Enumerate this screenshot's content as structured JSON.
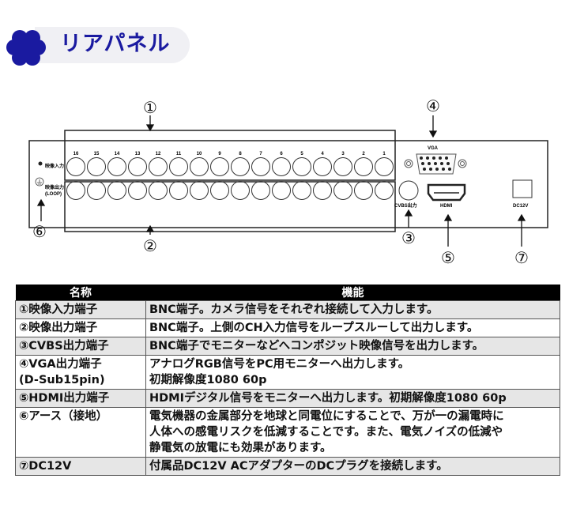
{
  "header": {
    "title": "リアパネル",
    "icon": "clover-icon",
    "accent": "#1a1aa0"
  },
  "panel": {
    "port_numbers": [
      "16",
      "15",
      "14",
      "13",
      "12",
      "11",
      "10",
      "9",
      "8",
      "7",
      "6",
      "5",
      "4",
      "3",
      "2",
      "1"
    ],
    "input_label": "映像入力",
    "output_label": "映像出力",
    "loop_label": "(LOOP)",
    "vga_label": "VGA",
    "cvbs_label": "CVBS出力",
    "hdmi_label": "HDMI",
    "dc_label": "DC12V",
    "callouts": [
      "①",
      "②",
      "③",
      "④",
      "⑤",
      "⑥",
      "⑦"
    ]
  },
  "table": {
    "headers": [
      "名称",
      "機能"
    ],
    "rows": [
      {
        "name": [
          "①映像入力端子"
        ],
        "desc": [
          "BNC端子。カメラ信号をそれぞれ接続して入力します。"
        ]
      },
      {
        "name": [
          "②映像出力端子"
        ],
        "desc": [
          "BNC端子。上側のCH入力信号をループスルーして出力します。"
        ]
      },
      {
        "name": [
          "③CVBS出力端子"
        ],
        "desc": [
          "BNC端子でモニターなどへコンポジット映像信号を出力します。"
        ]
      },
      {
        "name": [
          "④VGA出力端子",
          "(D-Sub15pin)"
        ],
        "desc": [
          "アナログRGB信号をPC用モニターへ出力します。",
          "初期解像度1080 60p"
        ]
      },
      {
        "name": [
          "⑤HDMI出力端子"
        ],
        "desc": [
          "HDMIデジタル信号をモニターへ出力します。初期解像度1080 60p"
        ]
      },
      {
        "name": [
          "⑥アース（接地）"
        ],
        "desc": [
          "電気機器の金属部分を地球と同電位にすることで、万が一の漏電時に",
          "人体への感電リスクを低減することです。また、電気ノイズの低減や",
          "静電気の放電にも効果があります。"
        ]
      },
      {
        "name": [
          "⑦DC12V"
        ],
        "desc": [
          "付属品DC12V ACアダプターのDCプラグを接続します。"
        ]
      }
    ]
  }
}
